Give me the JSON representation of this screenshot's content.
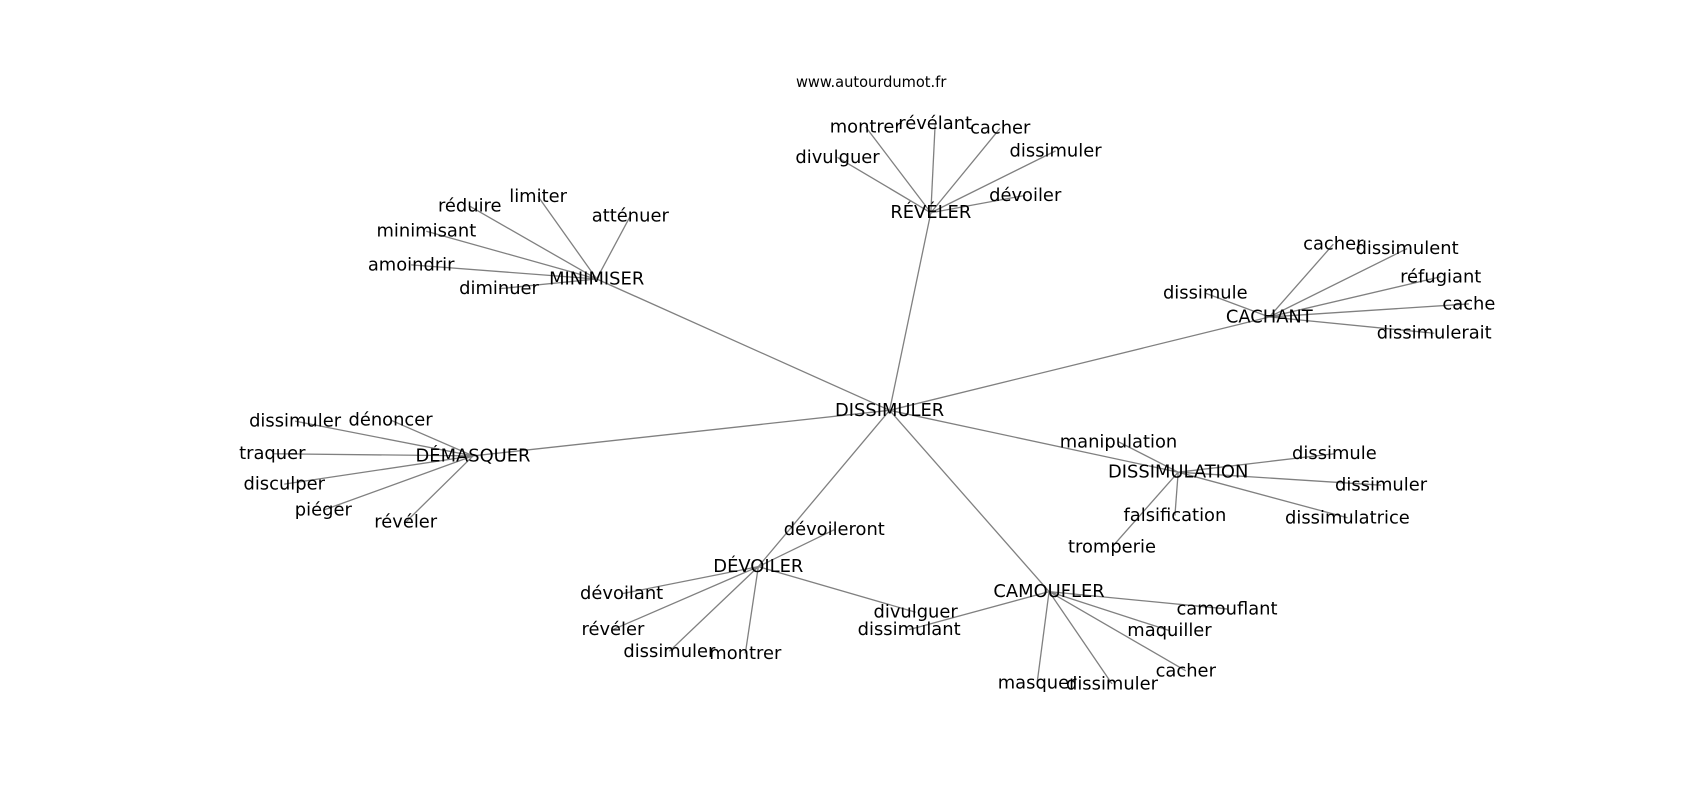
{
  "site_label": "www.autourdumot.fr",
  "colors": {
    "edge": "#808080",
    "text": "#000000",
    "background": "#ffffff"
  },
  "nodes": [
    {
      "id": "dissimuler",
      "label": "DISSIMULER"
    },
    {
      "id": "minimiser",
      "label": "MINIMISER"
    },
    {
      "id": "reveler",
      "label": "RÉVÉLER"
    },
    {
      "id": "cachant",
      "label": "CACHANT"
    },
    {
      "id": "demasquer",
      "label": "DÉMASQUER"
    },
    {
      "id": "dissimulation",
      "label": "DISSIMULATION"
    },
    {
      "id": "devoiler",
      "label": "DÉVOILER"
    },
    {
      "id": "camoufler",
      "label": "CAMOUFLER"
    },
    {
      "id": "min_limiter",
      "label": "limiter"
    },
    {
      "id": "min_reduire",
      "label": "réduire"
    },
    {
      "id": "min_attenuer",
      "label": "atténuer"
    },
    {
      "id": "min_minimisant",
      "label": "minimisant"
    },
    {
      "id": "min_amoindrir",
      "label": "amoindrir"
    },
    {
      "id": "min_diminuer",
      "label": "diminuer"
    },
    {
      "id": "rev_montrer",
      "label": "montrer"
    },
    {
      "id": "rev_revelant",
      "label": "révélant"
    },
    {
      "id": "rev_cacher",
      "label": "cacher"
    },
    {
      "id": "rev_dissimuler",
      "label": "dissimuler"
    },
    {
      "id": "rev_divulguer",
      "label": "divulguer"
    },
    {
      "id": "rev_devoiler",
      "label": "dévoiler"
    },
    {
      "id": "cac_cacher",
      "label": "cacher"
    },
    {
      "id": "cac_dissimulent",
      "label": "dissimulent"
    },
    {
      "id": "cac_refugiant",
      "label": "réfugiant"
    },
    {
      "id": "cac_cache",
      "label": "cache"
    },
    {
      "id": "cac_dissimulerait",
      "label": "dissimulerait"
    },
    {
      "id": "cac_dissimule",
      "label": "dissimule"
    },
    {
      "id": "dem_dissimuler",
      "label": "dissimuler"
    },
    {
      "id": "dem_denoncer",
      "label": "dénoncer"
    },
    {
      "id": "dem_traquer",
      "label": "traquer"
    },
    {
      "id": "dem_disculper",
      "label": "disculper"
    },
    {
      "id": "dem_pieger",
      "label": "piéger"
    },
    {
      "id": "dem_reveler",
      "label": "révéler"
    },
    {
      "id": "dsn_manipulation",
      "label": "manipulation"
    },
    {
      "id": "dsn_dissimule",
      "label": "dissimule"
    },
    {
      "id": "dsn_dissimuler",
      "label": "dissimuler"
    },
    {
      "id": "dsn_dissimulatrice",
      "label": "dissimulatrice"
    },
    {
      "id": "dsn_falsification",
      "label": "falsification"
    },
    {
      "id": "dsn_tromperie",
      "label": "tromperie"
    },
    {
      "id": "dev_devoileront",
      "label": "dévoileront"
    },
    {
      "id": "dev_devoilant",
      "label": "dévoilant"
    },
    {
      "id": "dev_reveler",
      "label": "révéler"
    },
    {
      "id": "dev_dissimuler",
      "label": "dissimuler"
    },
    {
      "id": "dev_montrer",
      "label": "montrer"
    },
    {
      "id": "dev_divulguer",
      "label": "divulguer"
    },
    {
      "id": "cam_camouflant",
      "label": "camouflant"
    },
    {
      "id": "cam_maquiller",
      "label": "maquiller"
    },
    {
      "id": "cam_cacher",
      "label": "cacher"
    },
    {
      "id": "cam_dissimuler",
      "label": "dissimuler"
    },
    {
      "id": "cam_masquer",
      "label": "masquer"
    },
    {
      "id": "cam_dissimulant",
      "label": "dissimulant"
    }
  ],
  "edges": [
    [
      "dissimuler",
      "minimiser"
    ],
    [
      "dissimuler",
      "reveler"
    ],
    [
      "dissimuler",
      "cachant"
    ],
    [
      "dissimuler",
      "demasquer"
    ],
    [
      "dissimuler",
      "dissimulation"
    ],
    [
      "dissimuler",
      "devoiler"
    ],
    [
      "dissimuler",
      "camoufler"
    ],
    [
      "minimiser",
      "min_limiter"
    ],
    [
      "minimiser",
      "min_reduire"
    ],
    [
      "minimiser",
      "min_attenuer"
    ],
    [
      "minimiser",
      "min_minimisant"
    ],
    [
      "minimiser",
      "min_amoindrir"
    ],
    [
      "minimiser",
      "min_diminuer"
    ],
    [
      "reveler",
      "rev_montrer"
    ],
    [
      "reveler",
      "rev_revelant"
    ],
    [
      "reveler",
      "rev_cacher"
    ],
    [
      "reveler",
      "rev_dissimuler"
    ],
    [
      "reveler",
      "rev_divulguer"
    ],
    [
      "reveler",
      "rev_devoiler"
    ],
    [
      "cachant",
      "cac_cacher"
    ],
    [
      "cachant",
      "cac_dissimulent"
    ],
    [
      "cachant",
      "cac_refugiant"
    ],
    [
      "cachant",
      "cac_cache"
    ],
    [
      "cachant",
      "cac_dissimulerait"
    ],
    [
      "cachant",
      "cac_dissimule"
    ],
    [
      "demasquer",
      "dem_dissimuler"
    ],
    [
      "demasquer",
      "dem_denoncer"
    ],
    [
      "demasquer",
      "dem_traquer"
    ],
    [
      "demasquer",
      "dem_disculper"
    ],
    [
      "demasquer",
      "dem_pieger"
    ],
    [
      "demasquer",
      "dem_reveler"
    ],
    [
      "dissimulation",
      "dsn_manipulation"
    ],
    [
      "dissimulation",
      "dsn_dissimule"
    ],
    [
      "dissimulation",
      "dsn_dissimuler"
    ],
    [
      "dissimulation",
      "dsn_dissimulatrice"
    ],
    [
      "dissimulation",
      "dsn_falsification"
    ],
    [
      "dissimulation",
      "dsn_tromperie"
    ],
    [
      "devoiler",
      "dev_devoileront"
    ],
    [
      "devoiler",
      "dev_devoilant"
    ],
    [
      "devoiler",
      "dev_reveler"
    ],
    [
      "devoiler",
      "dev_dissimuler"
    ],
    [
      "devoiler",
      "dev_montrer"
    ],
    [
      "devoiler",
      "dev_divulguer"
    ],
    [
      "camoufler",
      "cam_camouflant"
    ],
    [
      "camoufler",
      "cam_maquiller"
    ],
    [
      "camoufler",
      "cam_cacher"
    ],
    [
      "camoufler",
      "cam_dissimuler"
    ],
    [
      "camoufler",
      "cam_masquer"
    ],
    [
      "camoufler",
      "cam_dissimulant"
    ]
  ]
}
